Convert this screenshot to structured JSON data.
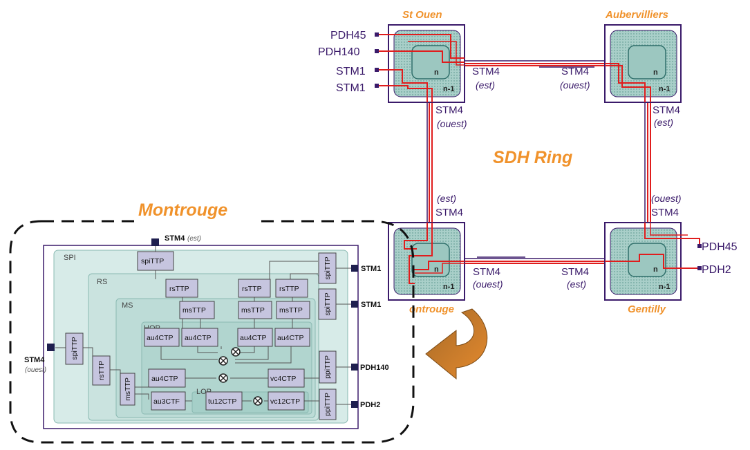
{
  "ring": {
    "title": "SDH Ring",
    "nodes": {
      "st_ouen": {
        "name": "St Ouen",
        "inner": "n",
        "outer": "n-1"
      },
      "aubervilliers": {
        "name": "Aubervilliers",
        "inner": "n",
        "outer": "n-1"
      },
      "gentilly": {
        "name": "Gentilly",
        "inner": "n",
        "outer": "n-1"
      },
      "montrouge": {
        "name": "Montrouge",
        "label_partial": "ontrouge",
        "inner": "n",
        "outer": "n-1"
      }
    },
    "ports": {
      "st_ouen_tributaries": [
        "PDH45",
        "PDH140",
        "STM1",
        "STM1"
      ],
      "gentilly_tributaries": [
        "PDH45",
        "PDH2"
      ],
      "stm": "STM4",
      "est": "(est)",
      "ouest": "(ouest)"
    }
  },
  "detail": {
    "title": "Montrouge",
    "layers": {
      "spi": "SPI",
      "rs": "RS",
      "ms": "MS",
      "hop": "HOP",
      "lop": "LOP"
    },
    "top_port": {
      "name": "STM4",
      "dir": "(est)"
    },
    "left_port": {
      "name": "STM4",
      "dir": "(ouest)"
    },
    "right_ports": [
      "STM1",
      "STM1",
      "PDH140",
      "PDH2"
    ],
    "blocks": {
      "spiTTP": "spiTTP",
      "rsTTP": "rsTTP",
      "msTTP": "msTTP",
      "au4CTP": "au4CTP",
      "au3CTF": "au3CTF",
      "tu12CTP": "tu12CTP",
      "vc12CTP": "vc12CTP",
      "vc4CTP": "vc4CTP",
      "ppiTTP": "ppiTTP"
    }
  },
  "colors": {
    "node_frame": "#3a1a6a",
    "node_fill": "#a9cfc9",
    "ring_red": "#e01d1d",
    "label_orange": "#f0922b",
    "arrow_orange": "#e58a2e",
    "arrow_brown": "#a66a28",
    "detail_bg": "#cde4e1"
  }
}
